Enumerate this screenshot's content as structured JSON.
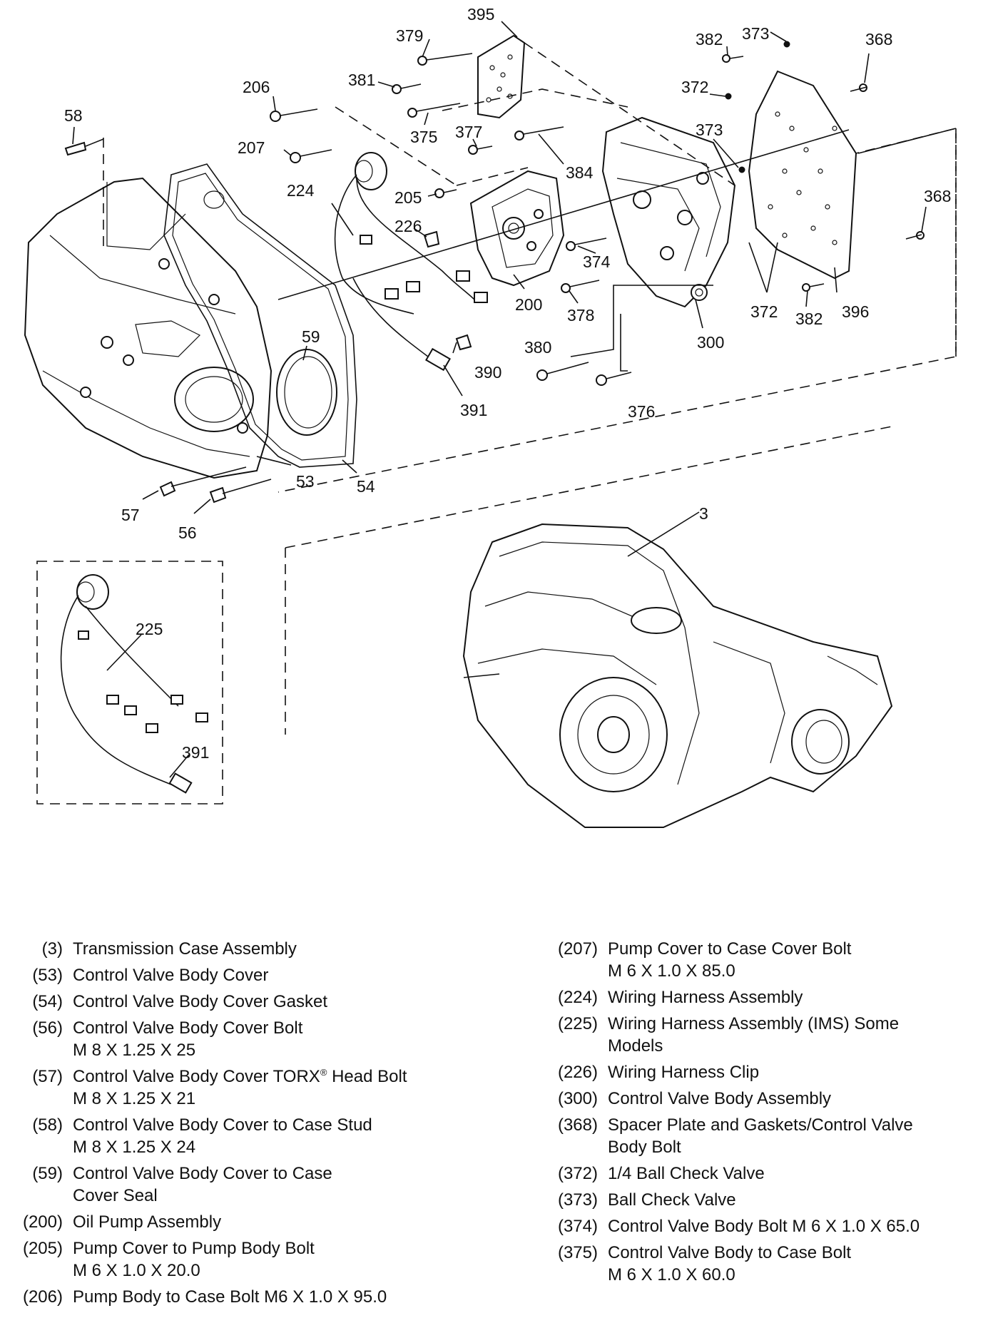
{
  "callouts": {
    "c3": "3",
    "c53": "53",
    "c54": "54",
    "c56": "56",
    "c57": "57",
    "c58": "58",
    "c59": "59",
    "c200": "200",
    "c205": "205",
    "c206": "206",
    "c207": "207",
    "c224": "224",
    "c225": "225",
    "c226": "226",
    "c300": "300",
    "c368a": "368",
    "c368b": "368",
    "c372a": "372",
    "c372b": "372",
    "c373a": "373",
    "c373b": "373",
    "c374": "374",
    "c375": "375",
    "c376": "376",
    "c377": "377",
    "c378": "378",
    "c379": "379",
    "c380": "380",
    "c381": "381",
    "c382a": "382",
    "c382b": "382",
    "c384": "384",
    "c390": "390",
    "c391a": "391",
    "c391b": "391",
    "c395": "395",
    "c396": "396"
  },
  "legend": {
    "left": [
      {
        "num": "(3)",
        "desc": "Transmission Case Assembly"
      },
      {
        "num": "(53)",
        "desc": "Control Valve Body Cover"
      },
      {
        "num": "(54)",
        "desc": "Control Valve Body Cover Gasket"
      },
      {
        "num": "(56)",
        "desc": "Control Valve Body Cover Bolt\nM 8 X 1.25 X 25"
      },
      {
        "num": "(57)",
        "desc": "Control Valve Body Cover TORX",
        "reg": "®",
        "desc2": " Head Bolt",
        "desc3": "M 8 X 1.25 X 21"
      },
      {
        "num": "(58)",
        "desc": "Control Valve Body Cover to Case Stud\nM 8 X 1.25 X 24"
      },
      {
        "num": "(59)",
        "desc": "Control Valve Body Cover to Case\nCover Seal"
      },
      {
        "num": "(200)",
        "desc": "Oil Pump Assembly"
      },
      {
        "num": "(205)",
        "desc": "Pump Cover to Pump Body Bolt\nM 6 X 1.0 X 20.0"
      },
      {
        "num": "(206)",
        "desc": "Pump Body to Case Bolt M6 X 1.0 X 95.0"
      }
    ],
    "right": [
      {
        "num": "(207)",
        "desc": "Pump Cover to Case Cover Bolt\nM 6 X 1.0 X 85.0"
      },
      {
        "num": "(224)",
        "desc": "Wiring Harness Assembly"
      },
      {
        "num": "(225)",
        "desc": "Wiring Harness Assembly (IMS) Some\nModels"
      },
      {
        "num": "(226)",
        "desc": "Wiring Harness Clip"
      },
      {
        "num": "(300)",
        "desc": "Control Valve Body Assembly"
      },
      {
        "num": "(368)",
        "desc": "Spacer Plate and Gaskets/Control Valve\nBody Bolt"
      },
      {
        "num": "(372)",
        "desc": "1/4 Ball Check Valve"
      },
      {
        "num": "(373)",
        "desc": "Ball Check Valve"
      },
      {
        "num": "(374)",
        "desc": "Control Valve Body Bolt M 6 X 1.0 X 65.0"
      },
      {
        "num": "(375)",
        "desc": "Control Valve Body to Case Bolt\nM 6 X 1.0 X 60.0"
      }
    ]
  }
}
